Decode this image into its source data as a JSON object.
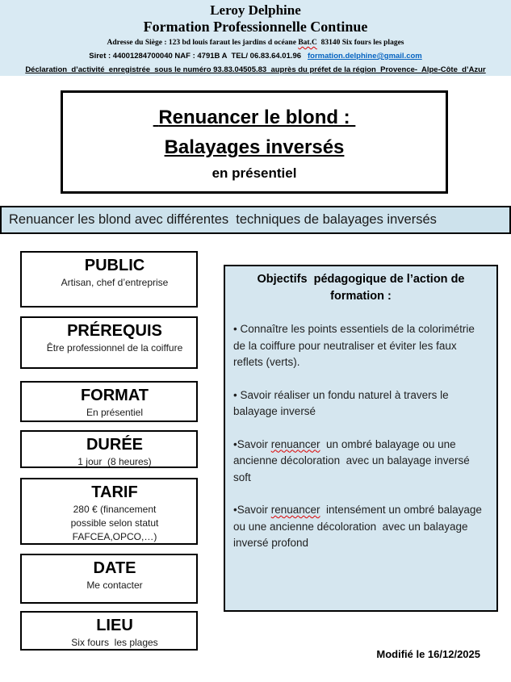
{
  "header": {
    "name": "Leroy Delphine",
    "subtitle": "Formation Professionnelle Continue",
    "address": {
      "pre": "Adresse du Siège : 123 bd louis faraut les jardins d océane ",
      "squiggle": "Bat.C",
      "post": "  83140 Six fours les plages"
    },
    "siret": "Siret : 44001284700040 NAF : 4791B A  TEL/ 06.83.64.01.96   ",
    "email": "formation.delphine@gmail.com",
    "declaration": "Déclaration  d’activité  enregistrée  sous le numéro 93.83.04505.83  auprès du préfet de la région  Provence-  Alpe-Côte  d’Azur"
  },
  "title_box": {
    "line1": " Renuancer le blond : ",
    "line2": "Balayages inversés",
    "line3": "en présentiel"
  },
  "banner": {
    "text": "Renuancer les blond avec différentes  techniques de balayages inversés"
  },
  "info_boxes": [
    {
      "title": "PUBLIC",
      "lines": [
        "Artisan, chef d’entreprise"
      ]
    },
    {
      "title": "PRÉREQUIS",
      "lines": [
        "Être professionnel de la coiffure"
      ]
    },
    {
      "title": "FORMAT",
      "lines": [
        "En présentiel"
      ]
    },
    {
      "title": "DURÉE",
      "lines": [
        "1 jour  (8 heures)"
      ]
    },
    {
      "title": "TARIF",
      "lines": [
        "280 € (financement",
        "possible selon statut",
        "FAFCEA,OPCO,…)"
      ]
    },
    {
      "title": "DATE",
      "lines": [
        "Me contacter"
      ]
    },
    {
      "title": "LIEU",
      "lines": [
        "Six fours  les plages"
      ]
    }
  ],
  "objectives": {
    "title": "Objectifs  pédagogique de l’action de formation :",
    "bullets": [
      {
        "pre": "• Connaître les points essentiels de la colorimétrie de la coiffure pour neutraliser et éviter les faux reflets (verts)."
      },
      {
        "pre": "• Savoir réaliser un fondu naturel à travers le balayage inversé"
      },
      {
        "pre": "•Savoir ",
        "squiggle": "renuancer",
        "post": "  un ombré balayage ou une ancienne décoloration  avec un balayage inversé soft"
      },
      {
        "pre": "•Savoir ",
        "squiggle": "renuancer",
        "post": "  intensément un ombré balayage ou une ancienne décoloration  avec un balayage inversé profond"
      }
    ]
  },
  "footer": {
    "modified": "Modifié le 16/12/2025"
  },
  "colors": {
    "page_bg": "#ffffff",
    "header_bg": "#d9eaf3",
    "banner_bg": "#cde2ec",
    "objectives_bg": "#d5e6ef",
    "border_black": "#000000",
    "link_blue": "#0563c1",
    "spellcheck_red": "#dd0000"
  }
}
